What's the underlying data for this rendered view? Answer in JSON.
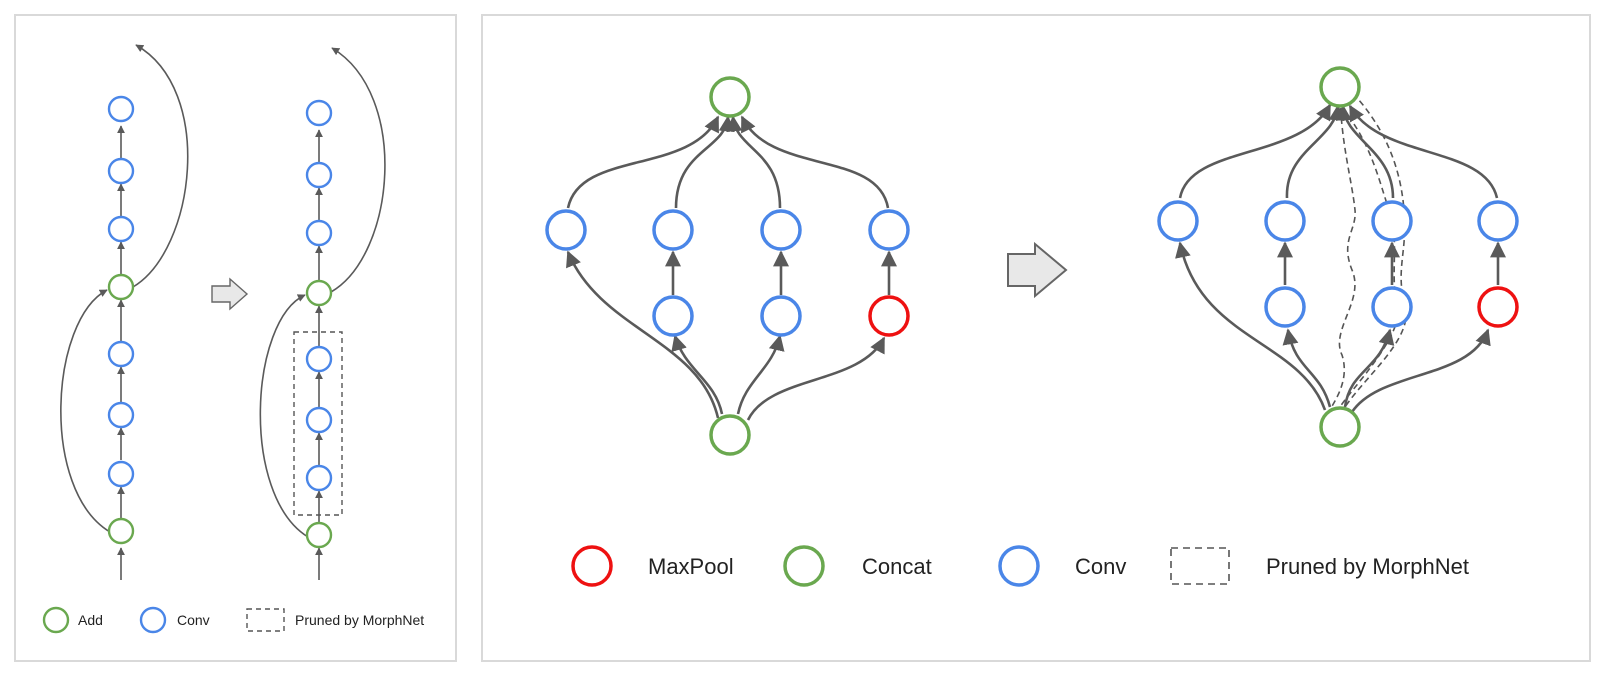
{
  "colors": {
    "conv": "#4a86e8",
    "add_concat": "#6aa84f",
    "maxpool": "#ee1111",
    "edge": "#5a5a5a",
    "dashed": "#555555"
  },
  "left_legend": {
    "add": "Add",
    "conv": "Conv",
    "pruned": "Pruned by MorphNet"
  },
  "right_legend": {
    "maxpool": "MaxPool",
    "concat": "Concat",
    "conv": "Conv",
    "pruned": "Pruned by MorphNet"
  },
  "icons": {
    "arrow": "right-arrow-icon"
  }
}
